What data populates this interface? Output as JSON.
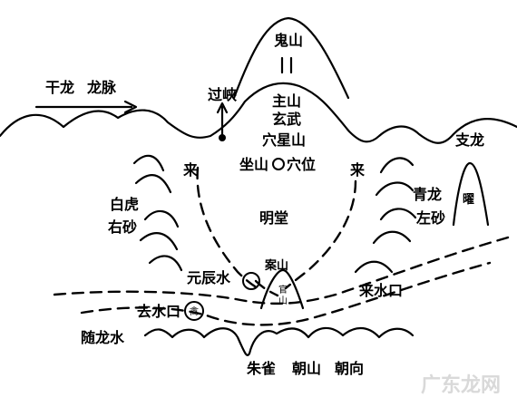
{
  "labels": {
    "gui_shan": "鬼山",
    "gan_long": "干龙",
    "long_mai": "龙脉",
    "guo_xia": "过峡",
    "zhu_shan": "主山",
    "xuan_wu": "玄武",
    "xue_xing_shan": "穴星山",
    "zuo_shan": "坐山",
    "xue_wei": "穴位",
    "zhi_long": "支龙",
    "lai_left": "来",
    "lai_right": "来",
    "bai_hu": "白虎",
    "you_sha": "右砂",
    "qing_long": "青龙",
    "yao": "曜",
    "zuo_sha": "左砂",
    "ming_tang": "明堂",
    "an_shan": "案山",
    "yuan_chen_shui": "元辰水",
    "guan_shan_1": "官",
    "guan_shan_2": "山",
    "qu_shui_kou": "去水口",
    "qin": "禽",
    "lai_shui_kou": "来水口",
    "sui_long_shui": "随龙水",
    "zhu_que": "朱雀",
    "chao_shan": "朝山",
    "chao_xiang": "朝向"
  },
  "watermark": "广东龙网"
}
